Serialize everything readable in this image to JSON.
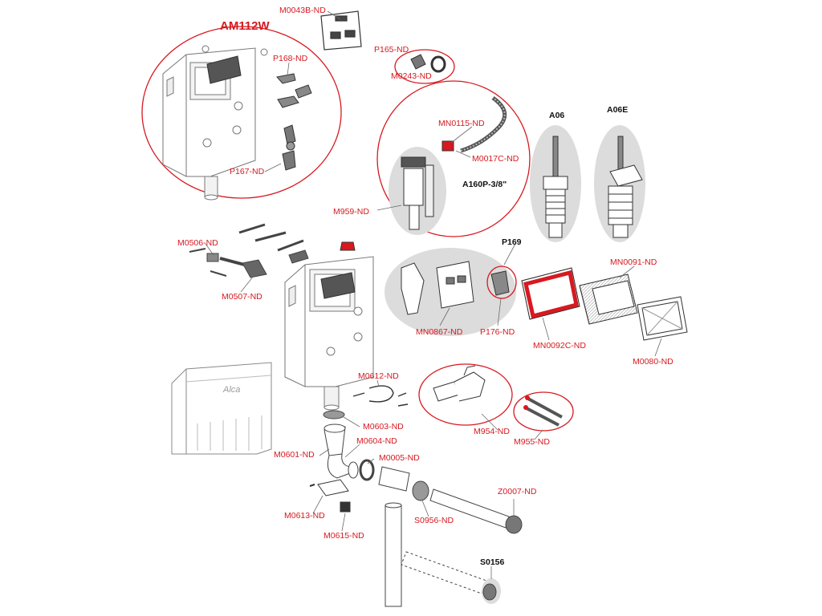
{
  "colors": {
    "accent": "#d71920",
    "group_fill": "#dcdcdc",
    "line": "#6b6b6b"
  },
  "title": "AM112W",
  "labels": {
    "m0043b": "M0043B-ND",
    "p165": "P165-ND",
    "m0243": "M0243-ND",
    "p168": "P168-ND",
    "p167": "P167-ND",
    "mn0115": "MN0115-ND",
    "m0017c": "M0017C-ND",
    "a160p": "A160P-3/8\"",
    "m959": "M959-ND",
    "a06": "A06",
    "a06e": "A06E",
    "m0506": "M0506-ND",
    "m0507": "M0507-ND",
    "p169": "P169",
    "mn0091": "MN0091-ND",
    "mn0867": "MN0867-ND",
    "p176": "P176-ND",
    "mn0092c": "MN0092C-ND",
    "m0080": "M0080-ND",
    "m0612": "M0612-ND",
    "m0603": "M0603-ND",
    "m0604": "M0604-ND",
    "m0601": "M0601-ND",
    "m0005": "M0005-ND",
    "m954": "M954-ND",
    "m955": "M955-ND",
    "z0007": "Z0007-ND",
    "s0956": "S0956-ND",
    "m0613": "M0613-ND",
    "m0615": "M0615-ND",
    "s0156": "S0156",
    "brand": "Alca"
  }
}
